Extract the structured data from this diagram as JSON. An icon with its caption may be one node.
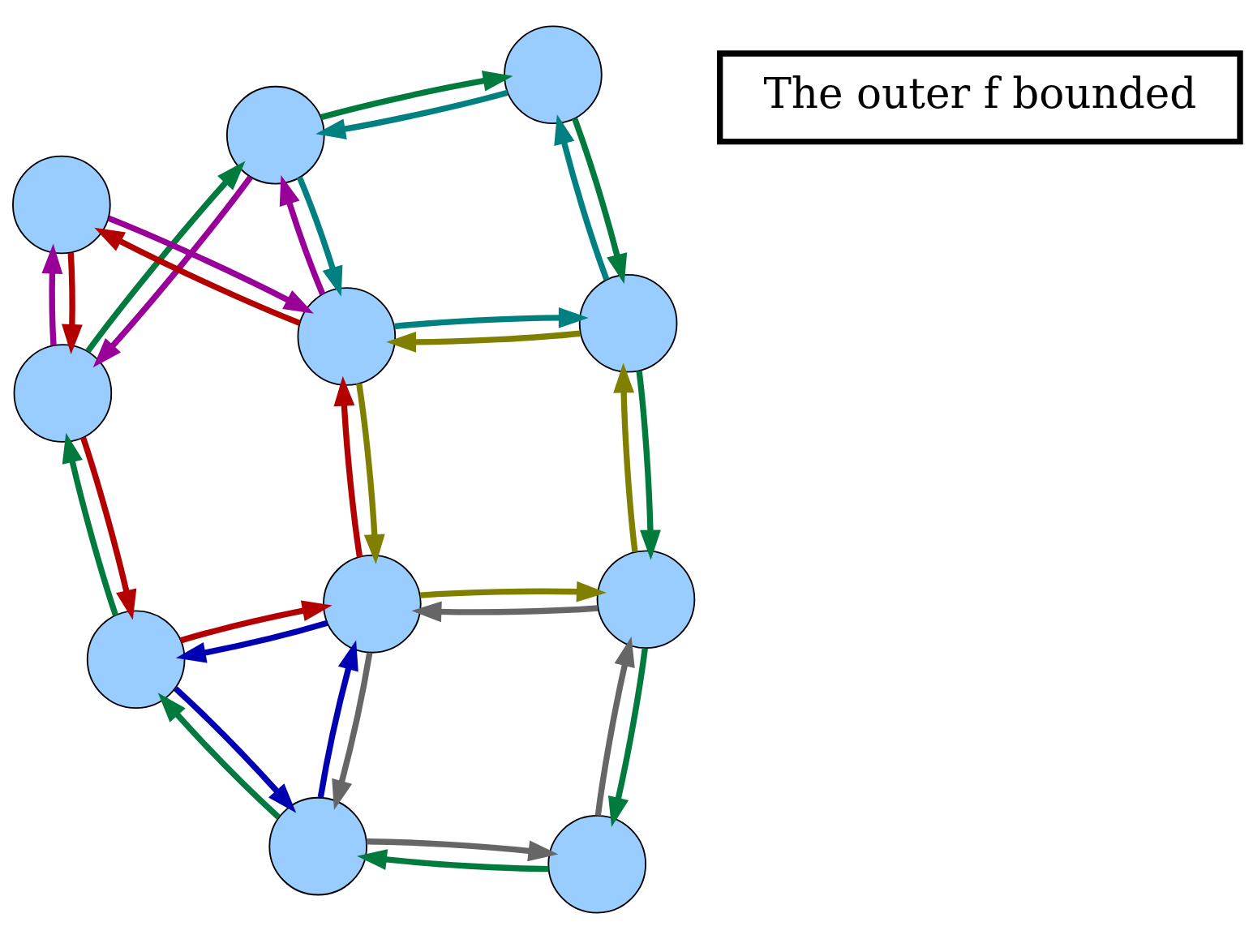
{
  "diagram": {
    "nodes": [
      {
        "text": [],
        "shape": "circle"
      },
      {
        "text": [],
        "shape": "circle"
      },
      {
        "text": [],
        "shape": "circle"
      },
      {
        "text": [],
        "shape": "circle"
      },
      {
        "text": [],
        "shape": "circle"
      },
      {
        "text": [],
        "shape": "circle"
      },
      {
        "text": [],
        "shape": "circle"
      },
      {
        "text": [],
        "shape": "circle"
      },
      {
        "text": [],
        "shape": "circle"
      },
      {
        "text": [],
        "shape": "circle"
      },
      {
        "text": [],
        "shape": "circle"
      },
      {
        "text": [
          "The outer f bounded"
        ]
      }
    ],
    "edges": [
      {
        "from": 3,
        "to": 0,
        "arrow": "to",
        "color": "#007a3d"
      },
      {
        "from": 0,
        "to": 1,
        "arrow": "to",
        "color": "#007a3d"
      },
      {
        "from": 1,
        "to": 5,
        "arrow": "to",
        "color": "#007a3d"
      },
      {
        "from": 5,
        "to": 7,
        "arrow": "to",
        "color": "#007a3d"
      },
      {
        "from": 7,
        "to": 8,
        "arrow": "to",
        "color": "#007a3d"
      },
      {
        "from": 8,
        "to": 10,
        "arrow": "to",
        "color": "#007a3d"
      },
      {
        "from": 10,
        "to": 9,
        "arrow": "to",
        "color": "#007a3d"
      },
      {
        "from": 9,
        "to": 3,
        "arrow": "to",
        "color": "#007a3d"
      },
      {
        "from": 0,
        "to": 3,
        "arrow": "to",
        "color": "#b30000"
      },
      {
        "from": 3,
        "to": 6,
        "arrow": "to",
        "color": "#b30000"
      },
      {
        "from": 6,
        "to": 4,
        "arrow": "to",
        "color": "#b30000"
      },
      {
        "from": 4,
        "to": 2,
        "arrow": "to",
        "color": "#b30000"
      },
      {
        "from": 2,
        "to": 0,
        "arrow": "to",
        "color": "#b30000"
      },
      {
        "from": 1,
        "to": 0,
        "arrow": "to",
        "color": "#990099"
      },
      {
        "from": 0,
        "to": 2,
        "arrow": "to",
        "color": "#990099"
      },
      {
        "from": 2,
        "to": 4,
        "arrow": "to",
        "color": "#990099"
      },
      {
        "from": 4,
        "to": 1,
        "arrow": "to",
        "color": "#990099"
      },
      {
        "from": 1,
        "to": 4,
        "arrow": "to",
        "color": "#008080"
      },
      {
        "from": 4,
        "to": 7,
        "arrow": "to",
        "color": "#008080"
      },
      {
        "from": 7,
        "to": 5,
        "arrow": "to",
        "color": "#008080"
      },
      {
        "from": 5,
        "to": 1,
        "arrow": "to",
        "color": "#008080"
      },
      {
        "from": 4,
        "to": 6,
        "arrow": "to",
        "color": "#808000"
      },
      {
        "from": 6,
        "to": 8,
        "arrow": "to",
        "color": "#808000"
      },
      {
        "from": 8,
        "to": 7,
        "arrow": "to",
        "color": "#808000"
      },
      {
        "from": 7,
        "to": 4,
        "arrow": "to",
        "color": "#808000"
      },
      {
        "from": 8,
        "to": 6,
        "arrow": "to",
        "color": "#666666"
      },
      {
        "from": 6,
        "to": 9,
        "arrow": "to",
        "color": "#666666"
      },
      {
        "from": 9,
        "to": 10,
        "arrow": "to",
        "color": "#666666"
      },
      {
        "from": 10,
        "to": 8,
        "arrow": "to",
        "color": "#666666"
      },
      {
        "from": 6,
        "to": 3,
        "arrow": "to",
        "color": "#0000b3"
      },
      {
        "from": 3,
        "to": 9,
        "arrow": "to",
        "color": "#0000b3"
      },
      {
        "from": 9,
        "to": 6,
        "arrow": "to",
        "color": "#0000b3"
      }
    ]
  }
}
